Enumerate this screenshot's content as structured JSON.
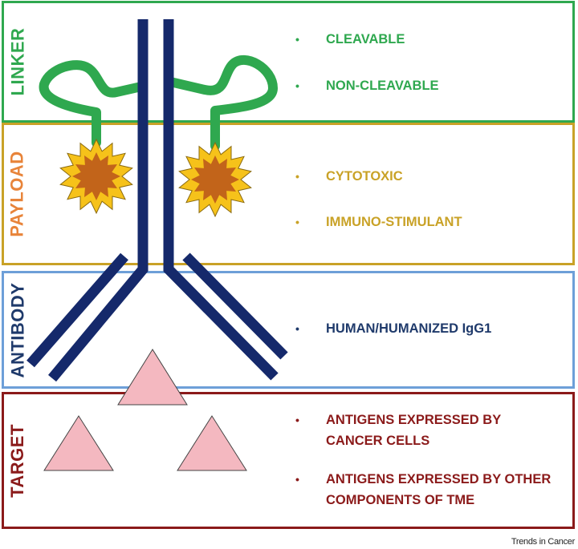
{
  "sections": {
    "linker": {
      "label": "LINKER",
      "color": "#2fa84f",
      "bullets": [
        "CLEAVABLE",
        "NON-CLEAVABLE"
      ]
    },
    "payload": {
      "label": "PAYLOAD",
      "color": "#c9a227",
      "label_color": "#e8843a",
      "bullets": [
        "CYTOTOXIC",
        "IMMUNO-STIMULANT"
      ]
    },
    "antibody": {
      "label": "ANTIBODY",
      "color": "#6d9fd8",
      "label_color": "#1f3a6b",
      "bullets": [
        "HUMAN/HUMANIZED IgG1"
      ]
    },
    "target": {
      "label": "TARGET",
      "color": "#8b1a1a",
      "bullets": [
        "ANTIGENS EXPRESSED BY CANCER CELLS",
        "ANTIGENS EXPRESSED BY OTHER COMPONENTS OF TME"
      ]
    }
  },
  "bullet_symbol": "•",
  "antibody_color": "#15296b",
  "linker_line_color": "#2fa84f",
  "payload_colors": {
    "outer": "#f6c21a",
    "inner": "#c2641a"
  },
  "antigen_color": "#f4b8c0",
  "credit": "Trends in Cancer"
}
